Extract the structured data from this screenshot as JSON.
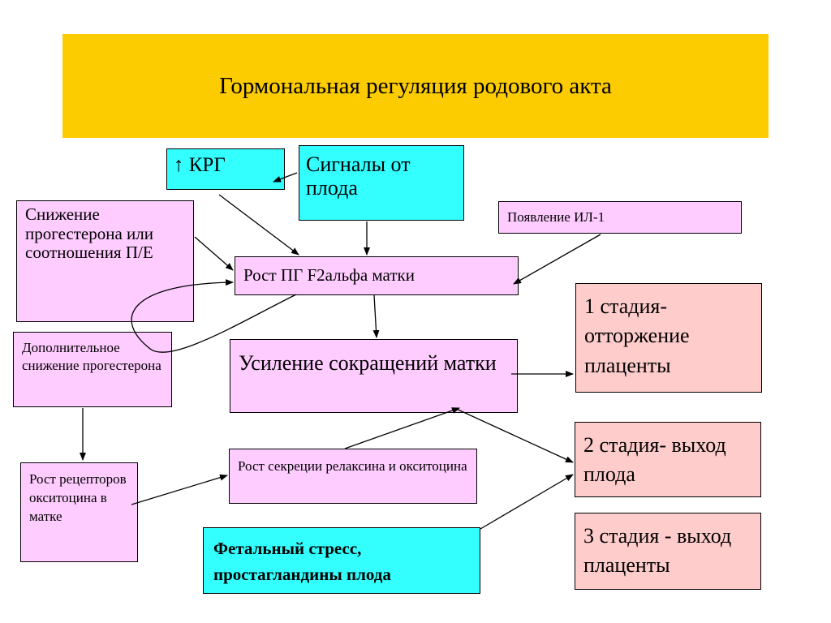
{
  "title": "Гормональная регуляция родового акта",
  "nodes": {
    "krg": "↑ КРГ",
    "fetal_signals": "Сигналы от плода",
    "il1": "Появление ИЛ-1",
    "progesterone_decrease": "Снижение прогестерона или соотношения П/Е",
    "pg_growth": "Рост ПГ F2альфа матки",
    "extra_progesterone_decrease": "Дополнительное снижение прогестерона",
    "contractions": "Усиление сокращений матки",
    "oxytocin_receptors": "Рост рецепторов окситоцина в матке",
    "relaxin_secretion": "Рост секреции релаксина и окситоцина",
    "fetal_stress": "Фетальный стресс, простагландины плода",
    "stage1": "1 стадия- отторжение плаценты",
    "stage2": "2 стадия- выход плода",
    "stage3": "3 стадия - выход плаценты"
  },
  "colors": {
    "title_bg": "#fdcc00",
    "pink": "#ffccff",
    "cyan": "#33ffff",
    "salmon": "#ffcccc"
  }
}
